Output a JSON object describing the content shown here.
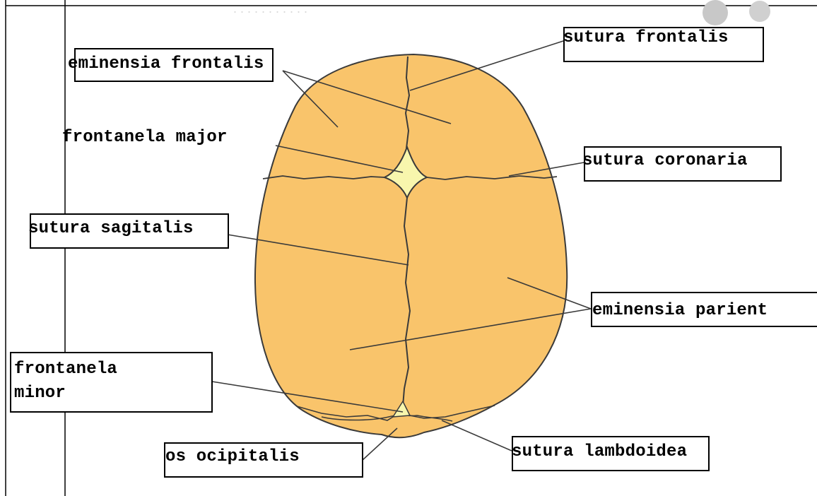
{
  "colors": {
    "bone": "#f9c46b",
    "fontanel": "#f8f6ad",
    "outline": "#3a3a3a",
    "label_border": "#000000"
  },
  "labels": {
    "sutura_frontalis": "sutura frontalis",
    "eminensia_frontalis": "eminensia frontalis",
    "frontanela_major": "frontanela major",
    "sutura_coronaria": "sutura coronaria",
    "sutura_sagitalis": "sutura sagitalis",
    "eminensia_parientalis": "eminensia parient",
    "frontanela_minor_line1": "frontanela",
    "frontanela_minor_line2": "minor",
    "os_ocipitalis": "os ocipitalis",
    "sutura_lambdoidea": "sutura lambdoidea"
  }
}
